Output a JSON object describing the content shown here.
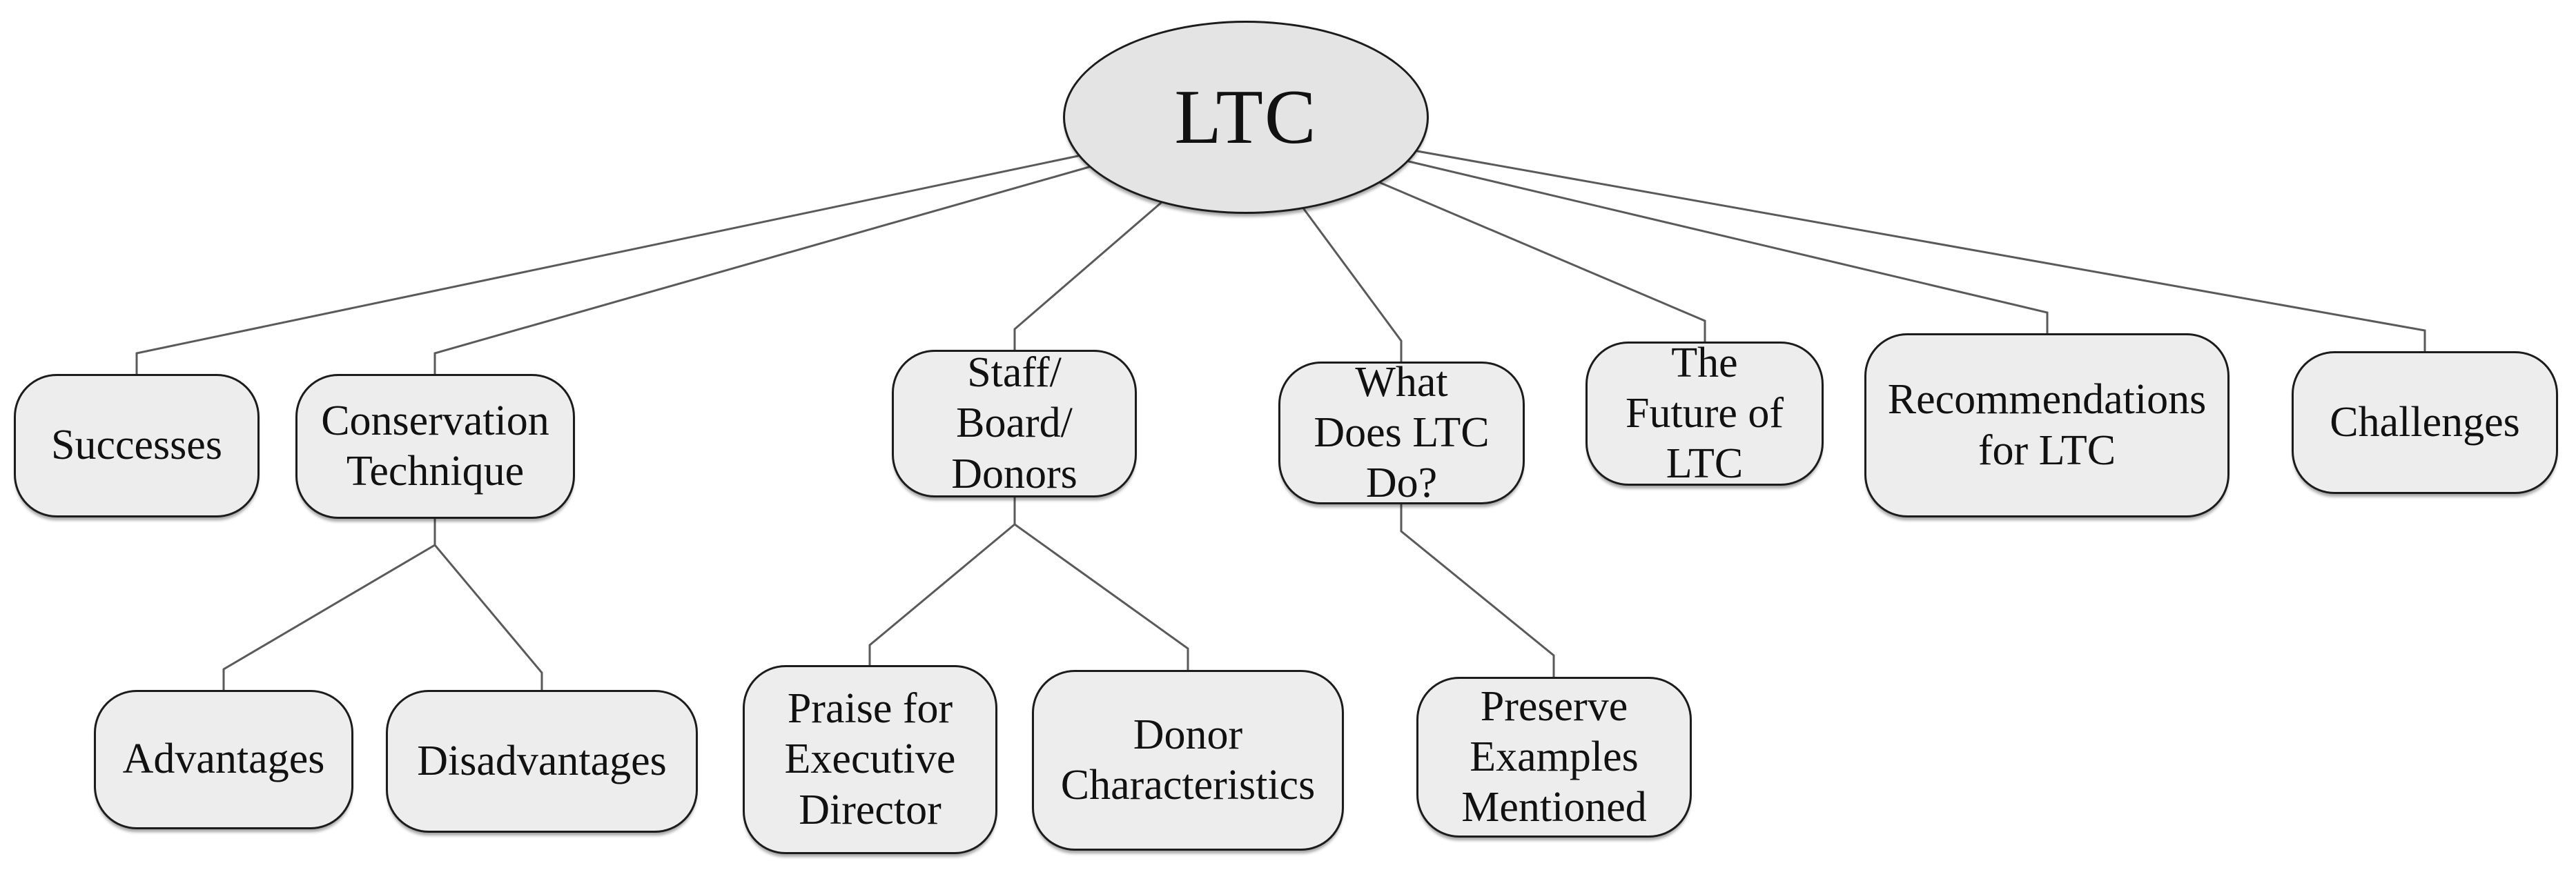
{
  "figure": {
    "type": "tree-diagram",
    "background": "#ffffff"
  },
  "colors": {
    "root_fill": "#e4e4e4",
    "node_fill": "#ededed",
    "border": "#1c1c1c",
    "connector": "#5a5a5a",
    "text": "#111111",
    "background": "#ffffff"
  },
  "nodes": {
    "ltc": {
      "label": "LTC",
      "shape": "ellipse",
      "level": 0
    },
    "successes": {
      "label": "Successes",
      "shape": "rounded-rect",
      "level": 1
    },
    "conservation": {
      "label": "Conservation\nTechnique",
      "shape": "rounded-rect",
      "level": 1
    },
    "staff": {
      "label": "Staff/\nBoard/\nDonors",
      "shape": "rounded-rect",
      "level": 1
    },
    "whatdoes": {
      "label": "What\nDoes LTC\nDo?",
      "shape": "rounded-rect",
      "level": 1
    },
    "future": {
      "label": "The\nFuture of\nLTC",
      "shape": "rounded-rect",
      "level": 1
    },
    "recommendations": {
      "label": "Recommendations\nfor LTC",
      "shape": "rounded-rect",
      "level": 1
    },
    "challenges": {
      "label": "Challenges",
      "shape": "rounded-rect",
      "level": 1
    },
    "advantages": {
      "label": "Advantages",
      "shape": "rounded-rect",
      "level": 2
    },
    "disadvantages": {
      "label": "Disadvantages",
      "shape": "rounded-rect",
      "level": 2
    },
    "praise": {
      "label": "Praise for\nExecutive\nDirector",
      "shape": "rounded-rect",
      "level": 2
    },
    "donor": {
      "label": "Donor\nCharacteristics",
      "shape": "rounded-rect",
      "level": 2
    },
    "preserve": {
      "label": "Preserve\nExamples\nMentioned",
      "shape": "rounded-rect",
      "level": 2
    }
  },
  "edges": [
    {
      "from": "ltc",
      "to": "successes"
    },
    {
      "from": "ltc",
      "to": "conservation"
    },
    {
      "from": "ltc",
      "to": "staff"
    },
    {
      "from": "ltc",
      "to": "whatdoes"
    },
    {
      "from": "ltc",
      "to": "future"
    },
    {
      "from": "ltc",
      "to": "recommendations"
    },
    {
      "from": "ltc",
      "to": "challenges"
    },
    {
      "from": "conservation",
      "to": "advantages"
    },
    {
      "from": "conservation",
      "to": "disadvantages"
    },
    {
      "from": "staff",
      "to": "praise"
    },
    {
      "from": "staff",
      "to": "donor"
    },
    {
      "from": "whatdoes",
      "to": "preserve"
    }
  ]
}
